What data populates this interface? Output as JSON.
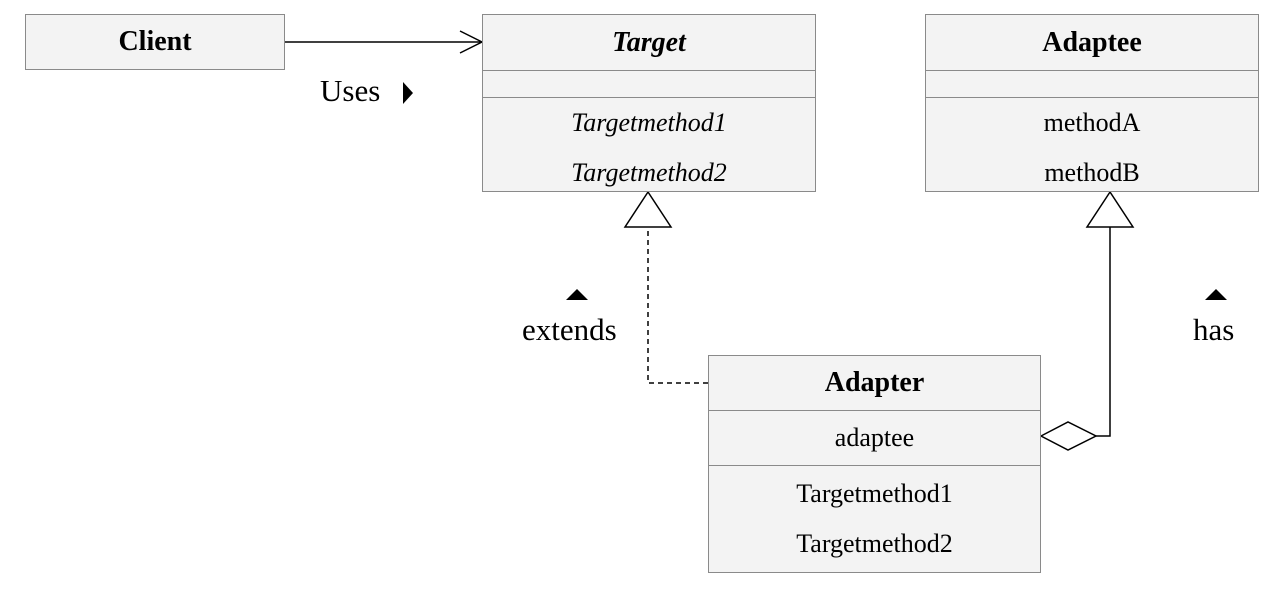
{
  "client": {
    "name": "Client"
  },
  "target": {
    "name": "Target",
    "methods": [
      "Targetmethod1",
      "Targetmethod2"
    ]
  },
  "adaptee": {
    "name": "Adaptee",
    "methods": [
      "methodA",
      "methodB"
    ]
  },
  "adapter": {
    "name": "Adapter",
    "attributes": [
      "adaptee"
    ],
    "methods": [
      "Targetmethod1",
      "Targetmethod2"
    ]
  },
  "relations": {
    "uses": "Uses",
    "extends": "extends",
    "has": "has"
  }
}
